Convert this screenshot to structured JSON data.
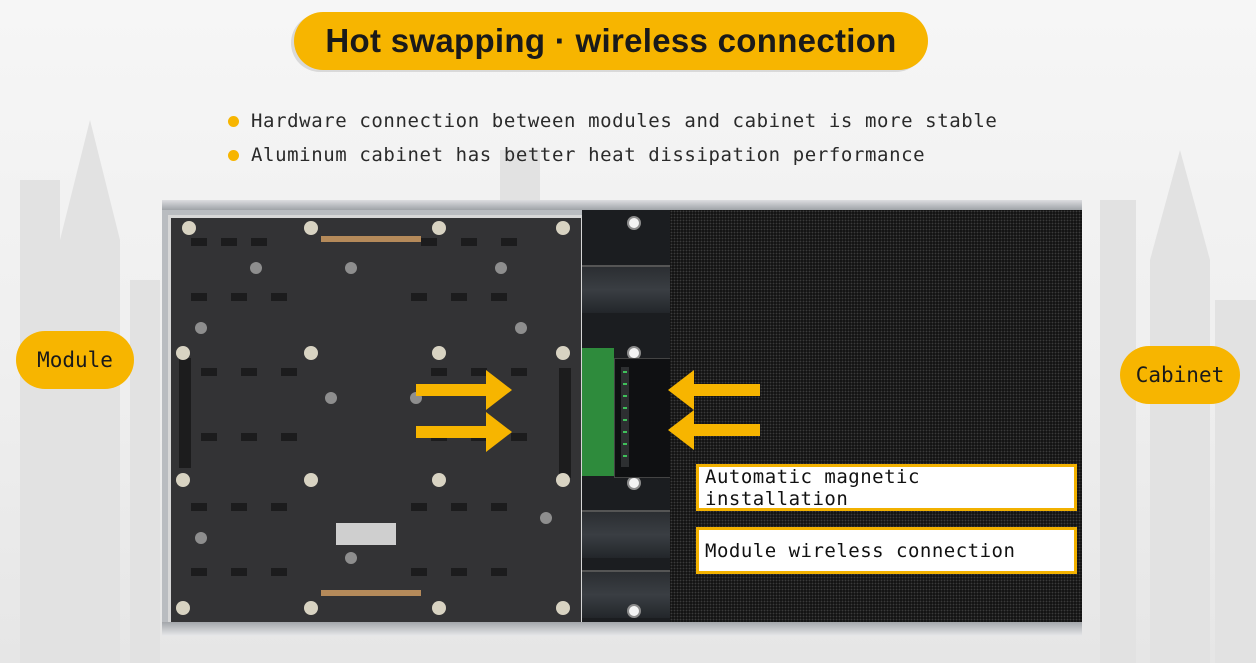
{
  "title": "Hot swapping · wireless connection",
  "bullets": [
    "Hardware connection between modules and cabinet is more stable",
    "Aluminum cabinet has better heat dissipation performance"
  ],
  "labels": {
    "module": "Module",
    "cabinet": "Cabinet",
    "magnetic": "Automatic magnetic installation",
    "wireless": "Module wireless connection"
  },
  "colors": {
    "accent": "#f7b500",
    "panel": "#141414",
    "board": "#333335"
  },
  "icons": [
    "arrow-right-icon",
    "arrow-left-icon",
    "bullet-dot-icon"
  ]
}
